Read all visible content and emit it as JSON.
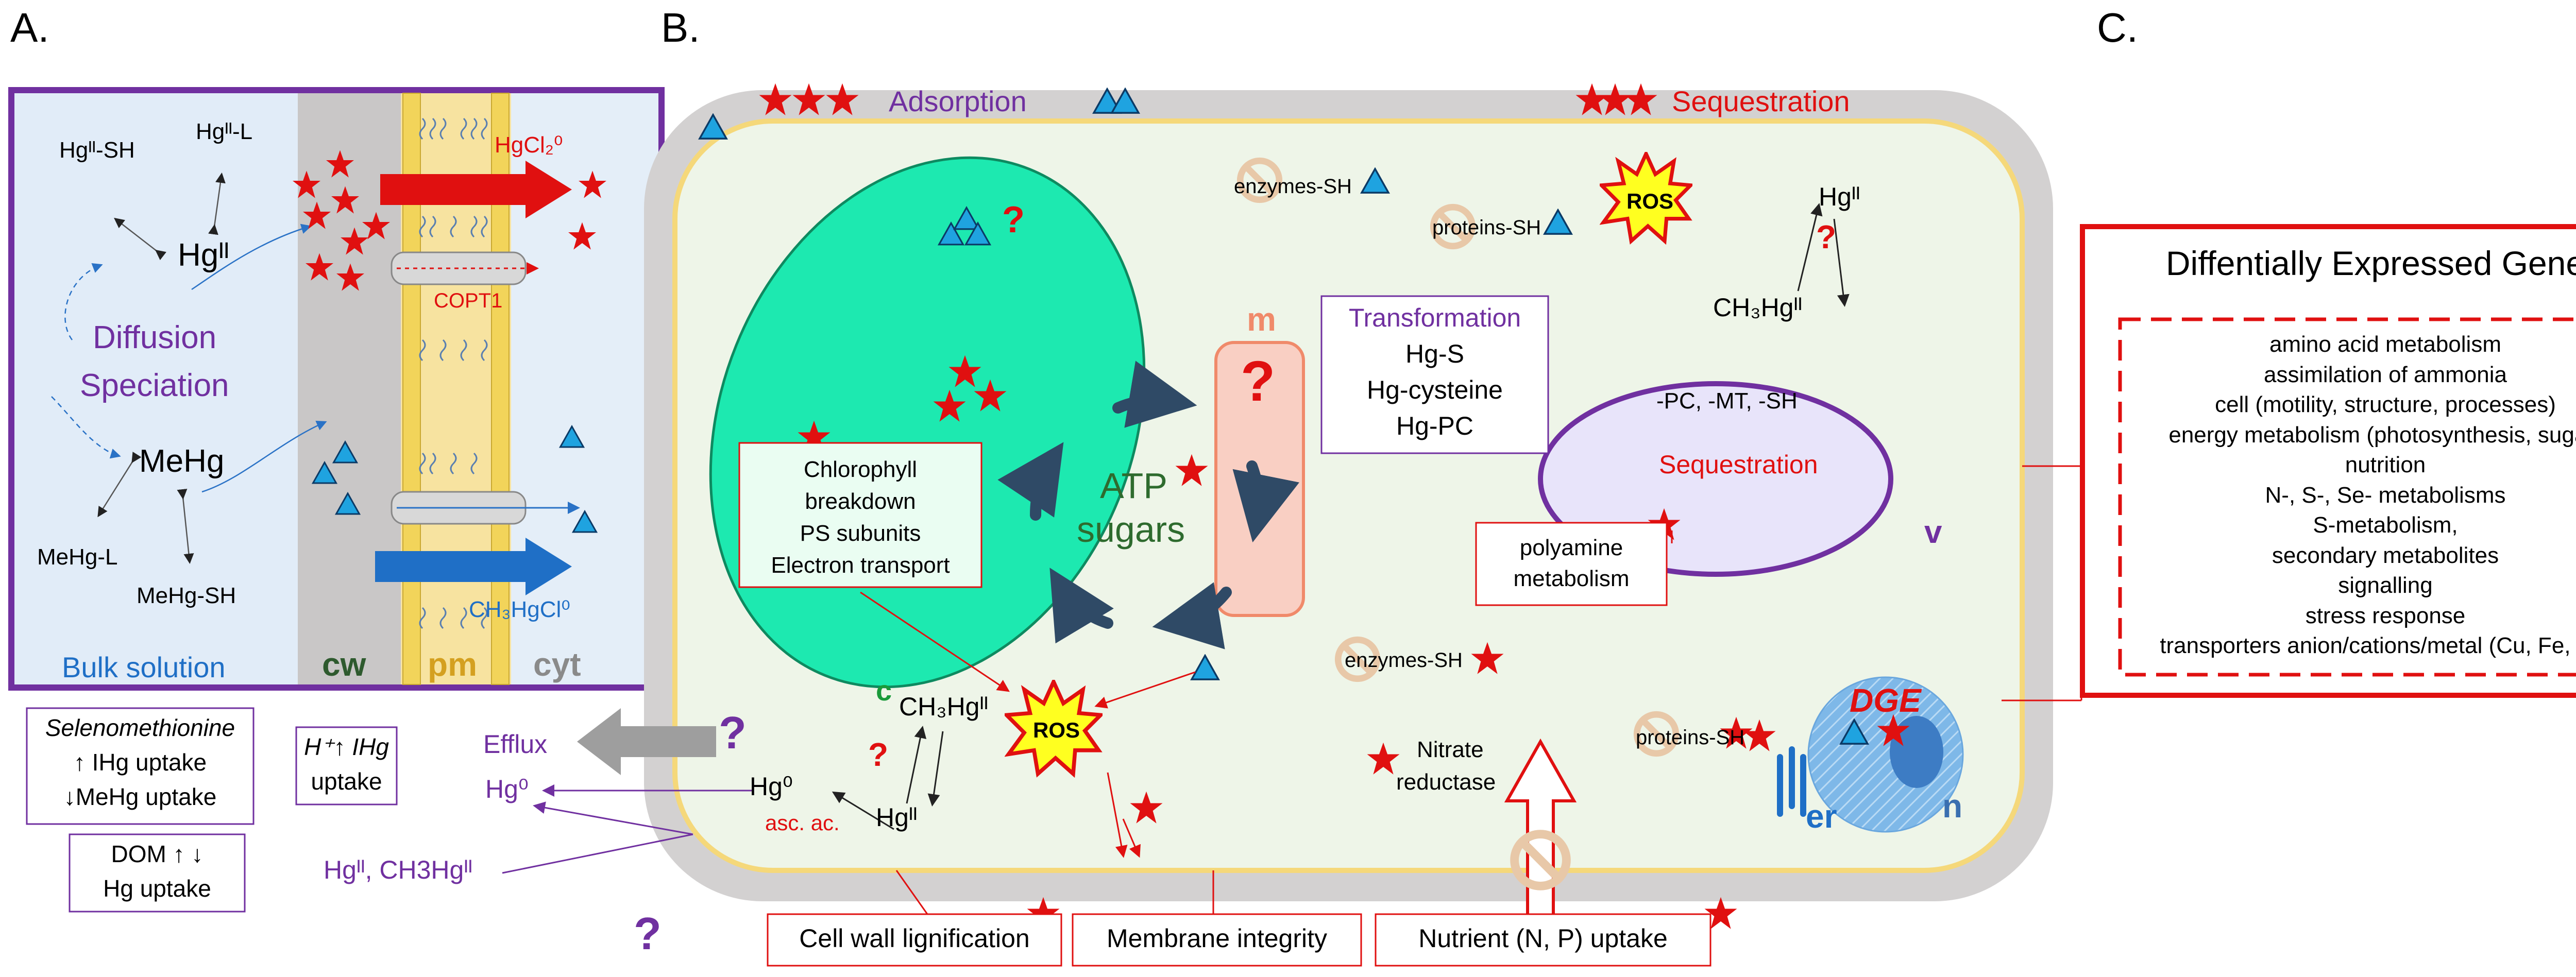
{
  "panels": {
    "a": "A.",
    "b": "B.",
    "c": "C."
  },
  "panel_a": {
    "hg_sh": "Hgᴵᴵ-SH",
    "hg_l": "Hgᴵᴵ-L",
    "hg": "Hgᴵᴵ",
    "hgcl2": "HgCl₂⁰",
    "copt1": "COPT1",
    "diffusion": "Diffusion",
    "speciation": "Speciation",
    "mehg": "MeHg",
    "mehg_l": "MeHg-L",
    "mehg_sh": "MeHg-SH",
    "ch3hgcl": "CH₃HgCl⁰",
    "bulk": "Bulk solution",
    "cw": "cw",
    "pm": "pm",
    "cyt": "cyt"
  },
  "below_a": {
    "seleno_title": "Selenomethionine",
    "seleno_l1": "↑ IHg uptake",
    "seleno_l2": "↓MeHg uptake",
    "h_l1": "H⁺↑ IHg",
    "h_l2": "uptake",
    "dom_l1": "DOM ↑ ↓",
    "dom_l2": "Hg uptake",
    "efflux": "Efflux",
    "q_efflux": "?",
    "hg0": "Hg⁰",
    "hgii_ch3": "Hgᴵᴵ, CH3Hgᴵᴵ",
    "q_bottom": "?"
  },
  "panel_b": {
    "adsorption": "Adsorption",
    "sequestration_top": "Sequestration",
    "enzymes_sh": "enzymes-SH",
    "proteins_sh": "proteins-SH",
    "ros": "ROS",
    "hgii": "Hgᴵᴵ",
    "ch3hgii": "CH₃Hgᴵᴵ",
    "q": "?",
    "chl_l1": "Chlorophyll",
    "chl_l2": "breakdown",
    "chl_l3": "PS subunits",
    "chl_l4": "Electron transport",
    "m": "m",
    "atp": "ATP",
    "sugars": "sugars",
    "transformation": "Transformation",
    "hg_s": "Hg-S",
    "hg_cys": "Hg-cysteine",
    "hg_pc": "Hg-PC",
    "vac_line": "-PC, -MT, -SH",
    "vac_seq": "Sequestration",
    "v": "v",
    "poly_l1": "polyamine",
    "poly_l2": "metabolism",
    "c": "c",
    "ch3hgii_2": "CH₃Hgᴵᴵ",
    "hg0": "Hg⁰",
    "hgii_2": "Hgᴵᴵ",
    "asc": "asc. ac.",
    "nitrate_l1": "Nitrate",
    "nitrate_l2": "reductase",
    "dge": "DGE",
    "er": "er",
    "n": "n",
    "cell_wall": "Cell wall lignification",
    "membrane": "Membrane integrity",
    "nutrient": "Nutrient (N, P) uptake"
  },
  "panel_c": {
    "title": "Diffentially Expressed Genes",
    "genes": [
      "amino acid metabolism",
      "assimilation of ammonia",
      "cell (motility, structure, processes)",
      "energy metabolism (photosynthesis, sugar)",
      "nutrition",
      "N-, S-, Se- metabolisms",
      "S-metabolism,",
      "secondary metabolites",
      "signalling",
      "stress response",
      "transporters anion/cations/metal (Cu, Fe, Zn)"
    ]
  },
  "colors": {
    "purple": "#7030a0",
    "red": "#ff0000",
    "blue": "#1f7bc0",
    "green_text": "#2e6b2e",
    "chloroplast": "#1de9b0",
    "cytoplasm": "#eef5e8",
    "wall": "#cfcdcd",
    "star": "#e01010",
    "triangle": "#1fa3e0"
  }
}
